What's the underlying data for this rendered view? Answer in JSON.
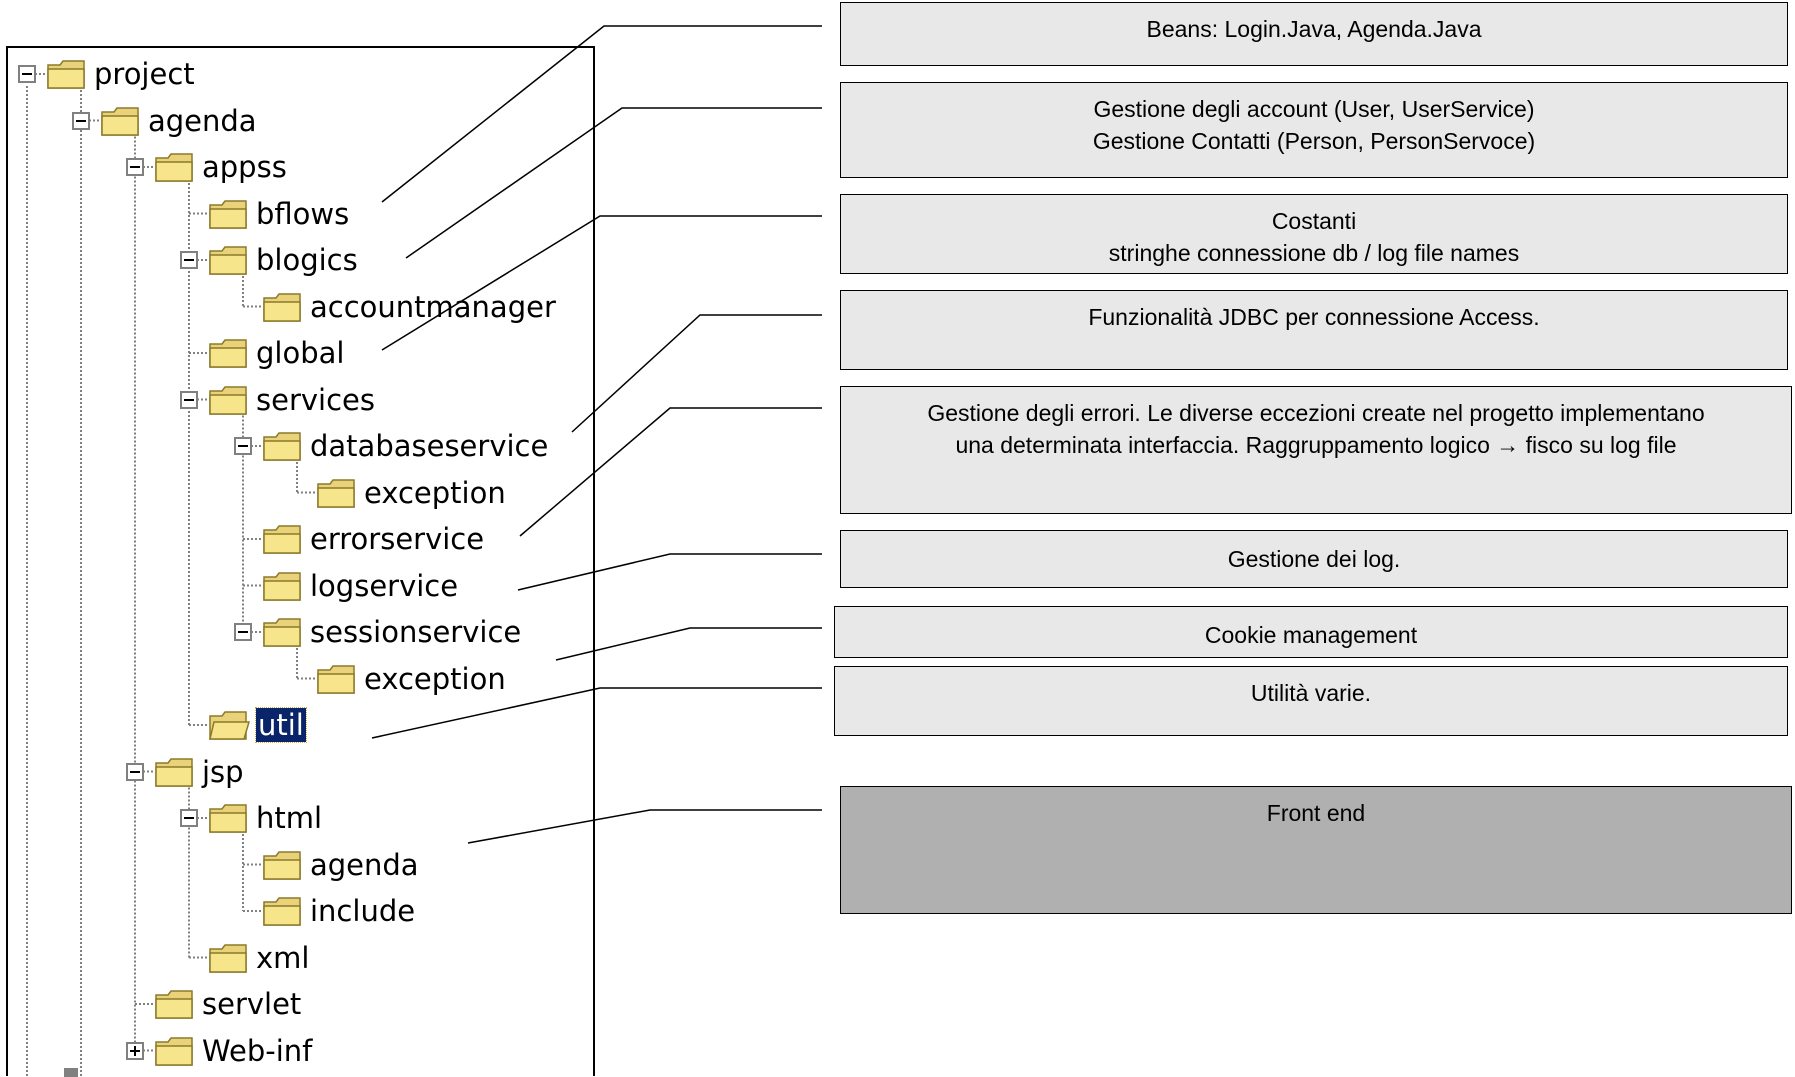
{
  "tree": {
    "nodes": [
      {
        "id": "project",
        "label": "project",
        "depth": 0,
        "expander": "minus"
      },
      {
        "id": "agenda",
        "label": "agenda",
        "depth": 1,
        "expander": "minus"
      },
      {
        "id": "appss",
        "label": "appss",
        "depth": 2,
        "expander": "minus"
      },
      {
        "id": "bflows",
        "label": "bflows",
        "depth": 3,
        "expander": null
      },
      {
        "id": "blogics",
        "label": "blogics",
        "depth": 3,
        "expander": "minus"
      },
      {
        "id": "accountmanager",
        "label": "accountmanager",
        "depth": 4,
        "expander": null
      },
      {
        "id": "global",
        "label": "global",
        "depth": 3,
        "expander": null
      },
      {
        "id": "services",
        "label": "services",
        "depth": 3,
        "expander": "minus"
      },
      {
        "id": "databaseservice",
        "label": "databaseservice",
        "depth": 4,
        "expander": "minus"
      },
      {
        "id": "exception-db",
        "label": "exception",
        "depth": 5,
        "expander": null
      },
      {
        "id": "errorservice",
        "label": "errorservice",
        "depth": 4,
        "expander": null
      },
      {
        "id": "logservice",
        "label": "logservice",
        "depth": 4,
        "expander": null
      },
      {
        "id": "sessionservice",
        "label": "sessionservice",
        "depth": 4,
        "expander": "minus"
      },
      {
        "id": "exception-session",
        "label": "exception",
        "depth": 5,
        "expander": null
      },
      {
        "id": "util",
        "label": "util",
        "depth": 3,
        "expander": null,
        "selected": true,
        "open": true
      },
      {
        "id": "jsp",
        "label": "jsp",
        "depth": 2,
        "expander": "minus"
      },
      {
        "id": "html",
        "label": "html",
        "depth": 3,
        "expander": "minus"
      },
      {
        "id": "agenda-html",
        "label": "agenda",
        "depth": 4,
        "expander": null
      },
      {
        "id": "include",
        "label": "include",
        "depth": 4,
        "expander": null
      },
      {
        "id": "xml",
        "label": "xml",
        "depth": 3,
        "expander": null
      },
      {
        "id": "servlet",
        "label": "servlet",
        "depth": 2,
        "expander": null
      },
      {
        "id": "web-inf",
        "label": "Web-inf",
        "depth": 2,
        "expander": "plus"
      }
    ]
  },
  "callouts": [
    {
      "id": "beans",
      "lines": [
        "Beans: Login.Java, Agenda.Java"
      ],
      "target": "bflows"
    },
    {
      "id": "account",
      "lines": [
        "Gestione degli account (User, UserService)",
        "Gestione Contatti (Person, PersonServoce)"
      ],
      "target": "blogics"
    },
    {
      "id": "costanti",
      "lines": [
        "Costanti",
        "stringhe connessione db / log file names"
      ],
      "target": "global"
    },
    {
      "id": "jdbc",
      "lines": [
        "Funzionalità JDBC per connessione Access."
      ],
      "target": "databaseservice"
    },
    {
      "id": "errori",
      "lines": [
        "Gestione degli errori. Le diverse eccezioni create nel progetto implementano",
        "una determinata interfaccia. Raggruppamento logico → fisco su log file"
      ],
      "target": "errorservice"
    },
    {
      "id": "log",
      "lines": [
        "Gestione dei log."
      ],
      "target": "logservice"
    },
    {
      "id": "cookie",
      "lines": [
        "Cookie management"
      ],
      "target": "sessionservice"
    },
    {
      "id": "utilita",
      "lines": [
        "Utilità varie."
      ],
      "target": "util"
    },
    {
      "id": "frontend",
      "lines": [
        "Front end"
      ],
      "target": "html",
      "dark": true
    }
  ],
  "colors": {
    "callout_bg": "#e8e8e8",
    "callout_dark_bg": "#b0b0b0",
    "selection_bg": "#0a246a",
    "folder_fill": "#f7e58c",
    "folder_stroke": "#8a7a2a",
    "tree_line": "#808080"
  }
}
